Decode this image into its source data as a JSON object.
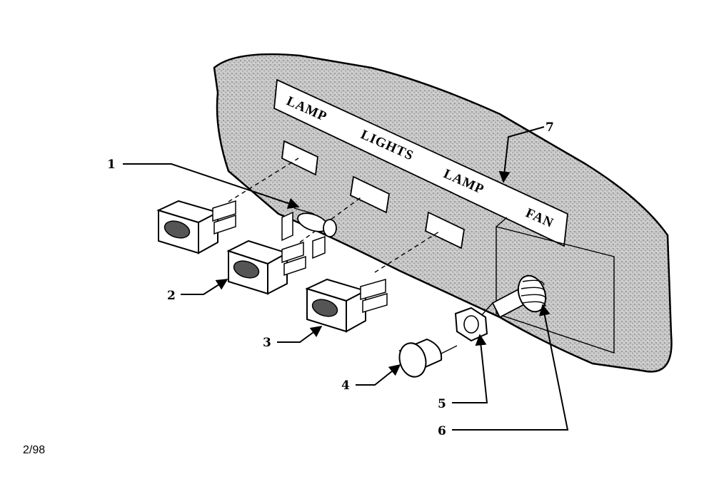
{
  "panel": {
    "labels": [
      "LAMP",
      "LIGHTS",
      "LAMP",
      "FAN"
    ]
  },
  "callouts": [
    "1",
    "2",
    "3",
    "4",
    "5",
    "6",
    "7"
  ],
  "footer": {
    "code": "2/98"
  }
}
